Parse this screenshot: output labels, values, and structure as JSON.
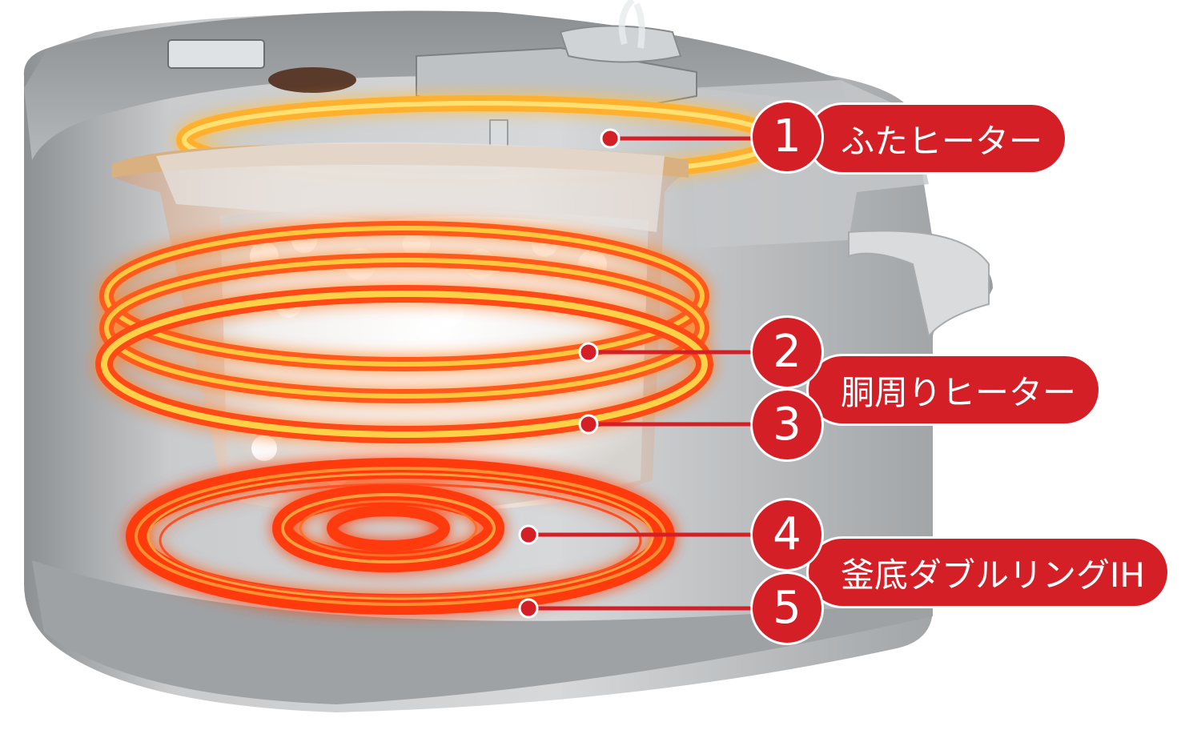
{
  "colors": {
    "accent": "#d41f26",
    "body_gray": "#b9bbbd",
    "heater_glow": "#ff7a1a",
    "heater_core": "#ffd23a"
  },
  "callouts": {
    "c1": {
      "number": "1",
      "label": "ふたヒーター"
    },
    "c2": {
      "number": "2"
    },
    "c3": {
      "number": "3"
    },
    "c23_label": "胴周りヒーター",
    "c4": {
      "number": "4"
    },
    "c5": {
      "number": "5"
    },
    "c45_label": "釜底ダブルリングIH"
  },
  "icons": [
    "rice-cooker-illustration",
    "lid-heater-ring",
    "body-heater-rings",
    "bottom-ih-coils"
  ]
}
